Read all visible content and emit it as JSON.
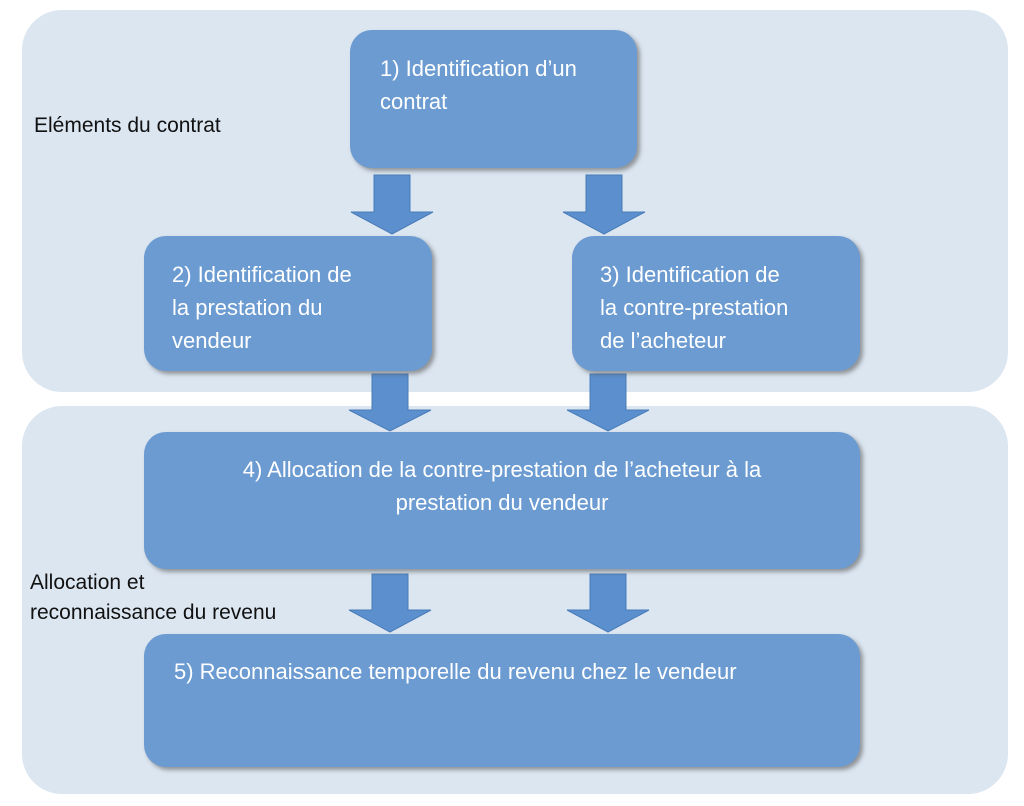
{
  "regions": {
    "top_label": "Eléments du contrat",
    "bottom_label_line1": "Allocation et",
    "bottom_label_line2": "reconnaissance du revenu"
  },
  "boxes": {
    "step1": {
      "line1": "1) Identification d’un",
      "line2": "contrat"
    },
    "step2": {
      "line1": "2) Identification de",
      "line2": "la prestation du",
      "line3": "vendeur"
    },
    "step3": {
      "line1": "3) Identification de",
      "line2": "la contre-prestation",
      "line3": "de l’acheteur"
    },
    "step4": {
      "line1": "4) Allocation de la contre-prestation de l’acheteur à la",
      "line2": "prestation du vendeur"
    },
    "step5": {
      "line1": "5) Reconnaissance temporelle du revenu chez le vendeur"
    }
  },
  "colors": {
    "region_fill": "#dce6f1",
    "box_fill": "#6b9bd1",
    "arrow_fill": "#5b8fcd"
  }
}
